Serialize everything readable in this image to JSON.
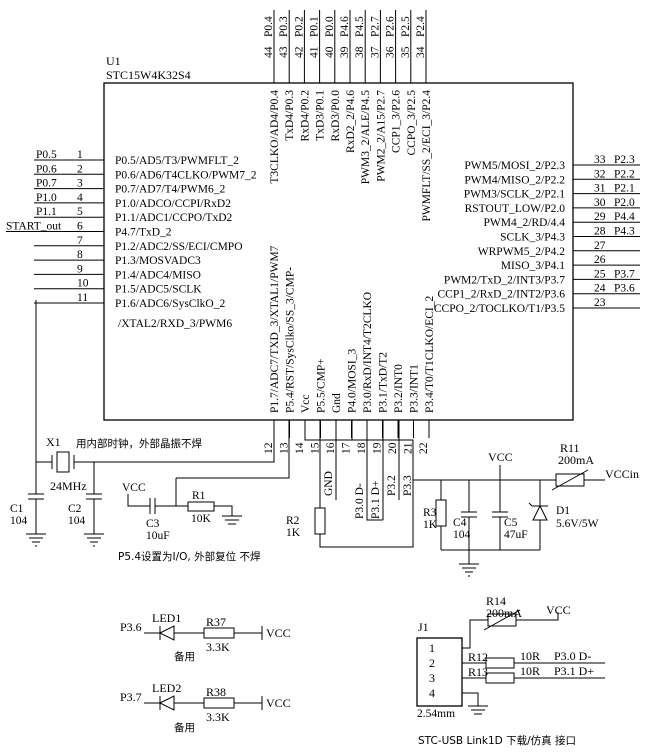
{
  "chip": {
    "ref": "U1",
    "part": "STC15W4K32S4",
    "left_pins": [
      {
        "num": "1",
        "net": "P0.5",
        "func": "P0.5/AD5/T3/PWMFLT_2"
      },
      {
        "num": "2",
        "net": "P0.6",
        "func": "P0.6/AD6/T4CLKO/PWM7_2"
      },
      {
        "num": "3",
        "net": "P0.7",
        "func": "P0.7/AD7/T4/PWM6_2"
      },
      {
        "num": "4",
        "net": "P1.0",
        "func": "P1.0/ADCO/CCPI/RxD2"
      },
      {
        "num": "5",
        "net": "P1.1",
        "func": "P1.1/ADC1/CCPO/TxD2"
      },
      {
        "num": "6",
        "net": "START_out",
        "func": "P4.7/TxD_2"
      },
      {
        "num": "7",
        "net": "",
        "func": "P1.2/ADC2/SS/ECI/CMPO"
      },
      {
        "num": "8",
        "net": "",
        "func": "P1.3/MOSVADC3"
      },
      {
        "num": "9",
        "net": "",
        "func": "P1.4/ADC4/MISO"
      },
      {
        "num": "10",
        "net": "",
        "func": "P1.5/ADC5/SCLK"
      },
      {
        "num": "11",
        "net": "",
        "func": "P1.6/ADC6/SysClkO_2"
      }
    ],
    "left_pin11_cont": "/XTAL2/RXD_3/PWM6",
    "right_pins": [
      {
        "num": "33",
        "net": "P2.3",
        "func": "PWM5/MOSI_2/P2.3"
      },
      {
        "num": "32",
        "net": "P2.2",
        "func": "PWM4/MISO_2/P2.2"
      },
      {
        "num": "31",
        "net": "P2.1",
        "func": "PWM3/SCLK_2/P2.1"
      },
      {
        "num": "30",
        "net": "P2.0",
        "func": "RSTOUT_LOW/P2.0"
      },
      {
        "num": "29",
        "net": "P4.4",
        "func": "PWM4_2/RD/4.4"
      },
      {
        "num": "28",
        "net": "P4.3",
        "func": "SCLK_3/P4.3"
      },
      {
        "num": "27",
        "net": "",
        "func": "WRPWM5_2/P4.2"
      },
      {
        "num": "26",
        "net": "",
        "func": "MISO_3/P4.1"
      },
      {
        "num": "25",
        "net": "P3.7",
        "func": "PWM2/TxD_2/INT3/P3.7"
      },
      {
        "num": "24",
        "net": "P3.6",
        "func": "CCP1_2/RxD_2/INT2/P3.6"
      },
      {
        "num": "23",
        "net": "",
        "func": "CCPO_2/TOCLKO/T1/P3.5"
      }
    ],
    "top_pins": [
      {
        "num": "44",
        "net": "P0.4",
        "func": "T3CLKO/AD4/P0.4"
      },
      {
        "num": "43",
        "net": "P0.3",
        "func": "TxD4/P0.3"
      },
      {
        "num": "42",
        "net": "P0.2",
        "func": "RxD4/P0.2"
      },
      {
        "num": "41",
        "net": "P0.1",
        "func": "TxD3/P0.1"
      },
      {
        "num": "40",
        "net": "P0.0",
        "func": "RxD3/P0.0"
      },
      {
        "num": "39",
        "net": "P4.6",
        "func": "RxD2_2/P4.6"
      },
      {
        "num": "38",
        "net": "P4.5",
        "func": "PWM3_2/ALE/P4.5"
      },
      {
        "num": "37",
        "net": "P2.7",
        "func": "PWM2_2/A15/P2.7"
      },
      {
        "num": "36",
        "net": "P2.6",
        "func": "CCP1_3/P2.6"
      },
      {
        "num": "35",
        "net": "P2.5",
        "func": "CCPO_3/P2.5"
      },
      {
        "num": "34",
        "net": "P2.4",
        "func": "PWMFLT/SS_2/ECI_3/P2.4"
      }
    ],
    "bottom_pins": [
      {
        "num": "12",
        "net": "",
        "func": "P1.7/ADC7/TXD_3/XTAL1/PWM7"
      },
      {
        "num": "13",
        "net": "",
        "func": "P5.4/RST/SysClko/SS_3/CMP-"
      },
      {
        "num": "14",
        "net": "",
        "func": "Vcc"
      },
      {
        "num": "15",
        "net": "",
        "func": "P5.5/CMP+"
      },
      {
        "num": "16",
        "net": "GND",
        "func": "Gnd"
      },
      {
        "num": "17",
        "net": "",
        "func": "P4.0/MOSI_3"
      },
      {
        "num": "18",
        "net": "P3.0_D-",
        "func": "P3.0/RxD/INT4/T2CLKO"
      },
      {
        "num": "19",
        "net": "P3.1_D+",
        "func": "P3.1/TxD/T2"
      },
      {
        "num": "20",
        "net": "P3.2",
        "func": "P3.2/INT0"
      },
      {
        "num": "21",
        "net": "P3.3",
        "func": "P3.3/INT1"
      },
      {
        "num": "22",
        "net": "",
        "func": "P3.4/T0/T1CLKO/ECI_2"
      }
    ]
  },
  "crystal": {
    "ref": "X1",
    "value": "24MHz",
    "note": "用内部时钟，外部晶振不焊",
    "c1_ref": "C1",
    "c1_val": "104",
    "c2_ref": "C2",
    "c2_val": "104"
  },
  "reset": {
    "vcc": "VCC",
    "c3_ref": "C3",
    "c3_val": "10uF",
    "r1_ref": "R1",
    "r1_val": "10K",
    "note": "P5.4设置为I/O, 外部复位 不焊"
  },
  "pulldown": {
    "ref": "R2",
    "val": "1K"
  },
  "power": {
    "vcc": "VCC",
    "r11_ref": "R11",
    "r11_val": "200mA",
    "vccin": "VCCin",
    "r3_ref": "R3",
    "r3_val": "1K",
    "c4_ref": "C4",
    "c4_val": "104",
    "c5_ref": "C5",
    "c5_val": "47uF",
    "d1_ref": "D1",
    "d1_val": "5.6V/5W"
  },
  "leds": [
    {
      "net": "P3.6",
      "ref": "LED1",
      "r_ref": "R37",
      "r_val": "3.3K",
      "vcc": "VCC",
      "note": "备用"
    },
    {
      "net": "P3.7",
      "ref": "LED2",
      "r_ref": "R38",
      "r_val": "3.3K",
      "vcc": "VCC",
      "note": "备用"
    }
  ],
  "usb": {
    "j_ref": "J1",
    "pins": [
      "1",
      "2",
      "3",
      "4"
    ],
    "pitch": "2.54mm",
    "r14_ref": "R14",
    "r14_val": "200mA",
    "vcc": "VCC",
    "r12_ref": "R12",
    "r12_val": "10R",
    "net2": "P3.0  D-",
    "r13_ref": "R13",
    "r13_val": "10R",
    "net3": "P3.1  D+",
    "caption": "STC-USB Link1D  下载/仿真 接口"
  }
}
